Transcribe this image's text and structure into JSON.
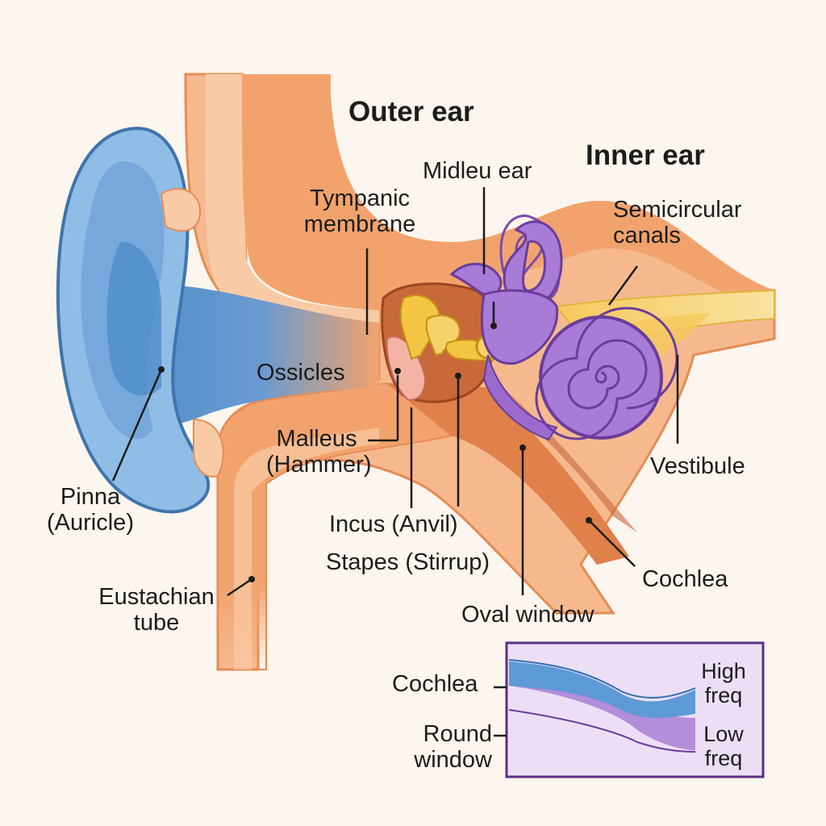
{
  "labels": {
    "outer_ear": "Outer ear",
    "inner_ear": "Inner ear",
    "middle_ear": "Midleu ear",
    "tympanic_membrane": "Tympanic membrane",
    "semicircular_canals": "Semicircular canals",
    "ossicles": "Ossicles",
    "malleus": "Malleus (Hammer)",
    "pinna": "Pinna (Auricle)",
    "incus": "Incus (Anvil)",
    "stapes": "Stapes (Stirrup)",
    "vestibule": "Vestibule",
    "cochlea": "Cochlea",
    "eustachian_tube": "Eustachian tube",
    "oval_window": "Oval window"
  },
  "inset": {
    "cochlea": "Cochlea",
    "round_window": "Round window",
    "high_freq": "High freq",
    "low_freq": "Low freq"
  },
  "colors": {
    "background": "#fdf6ee",
    "skin": "#f2a36d",
    "skin_light": "#f8cba6",
    "pinna_blue": "#8fbde6",
    "canal_blue": "#4f8cc8",
    "ossicle_yellow": "#f4c542",
    "inner_purple": "#a77bd6",
    "nerve_yellow": "#f7d98a",
    "inset_border": "#5b2d86",
    "inset_bg": "#ecdff5"
  }
}
